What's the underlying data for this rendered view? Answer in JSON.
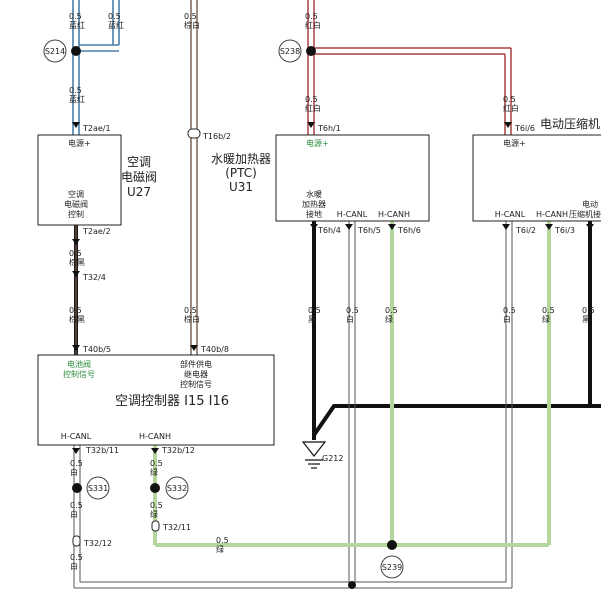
{
  "wires": {
    "blue_top_left": "0.5\n蓝红",
    "blue_top_right": "0.5\n蓝红",
    "blue_below": "0.5\n蓝红",
    "brown_top": "0.5\n棕白",
    "brown_mid": "0.5\n棕白",
    "red_top": "0.5\n红白",
    "red_left": "0.5\n红白",
    "red_right": "0.5\n红白",
    "brown_black_1": "0.5\n棕黑",
    "brown_black_2": "0.5\n棕黑",
    "u31_black": "0.5\n黑",
    "u31_white": "0.5\n白",
    "u31_green": "0.5\n绿",
    "comp_white": "0.5\n白",
    "comp_green": "0.5\n绿",
    "comp_black": "0.5\n黑",
    "canl_1": "0.5\n白",
    "canl_2": "0.5\n白",
    "canl_3": "0.5\n白",
    "canh_1": "0.5\n绿",
    "canh_2": "0.5\n绿",
    "green_bus": "0.5\n绿"
  },
  "splices": {
    "s214": "S214",
    "s238": "S238",
    "s331": "S331",
    "s332": "S332",
    "s239": "S239"
  },
  "connectors": {
    "t2ae1": "T2ae/1",
    "t2ae2": "T2ae/2",
    "t16b2": "T16b/2",
    "t6h1": "T6h/1",
    "t6i6": "T6i/6",
    "t32_4": "T32/4",
    "t40b5": "T40b/5",
    "t40b8": "T40b/8",
    "t6h4": "T6h/4",
    "t6h5": "T6h/5",
    "t6h6": "T6h/6",
    "t6i2": "T6i/2",
    "t6i3": "T6i/3",
    "t32b11": "T32b/11",
    "t32b12": "T32b/12",
    "t32_11": "T32/11",
    "t32_12": "T32/12"
  },
  "components": {
    "u27": {
      "power": "电源+",
      "name1": "空调",
      "name2": "电磁阀",
      "code": "U27",
      "pin1": "空调",
      "pin2": "电磁阀",
      "pin3": "控制"
    },
    "u31": {
      "title": "水暖加热器",
      "sub": "(PTC)",
      "code": "U31",
      "power": "电源+",
      "pin1": "水暖",
      "pin2": "加热器",
      "pin3": "接地",
      "canl": "H-CANL",
      "canh": "H-CANH"
    },
    "compressor": {
      "title": "电动压缩机",
      "power": "电源+",
      "canl": "H-CANL",
      "canh": "H-CANH",
      "pin1": "电动",
      "pin2": "压缩机接"
    },
    "controller": {
      "title": "空调控制器  I15 I16",
      "pin_left1": "电池阀",
      "pin_left2": "控制信号",
      "pin_mid1": "部件供电",
      "pin_mid2": "继电器",
      "pin_mid3": "控制信号",
      "canl": "H-CANL",
      "canh": "H-CANH"
    }
  },
  "ground": {
    "label": "G212"
  }
}
